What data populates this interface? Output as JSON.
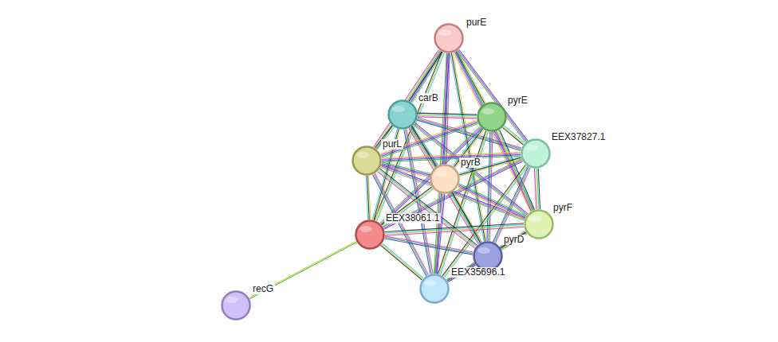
{
  "diagram": {
    "nodes": [
      {
        "text": [
          "purE"
        ]
      },
      {
        "text": [
          "carB"
        ]
      },
      {
        "text": [
          "pyrE"
        ]
      },
      {
        "text": [
          "EEX37827.1"
        ]
      },
      {
        "text": [
          "purL"
        ]
      },
      {
        "text": [
          "pyrB"
        ]
      },
      {
        "text": [
          "EEX38061.1"
        ]
      },
      {
        "text": [
          "pyrF"
        ]
      },
      {
        "text": [
          "pyrD"
        ]
      },
      {
        "text": [
          "EEX35696.1"
        ]
      },
      {
        "text": [
          "recG"
        ]
      }
    ],
    "edges": [
      {
        "from": 0,
        "to": 1,
        "arrow": "none"
      },
      {
        "from": 0,
        "to": 2,
        "arrow": "none"
      },
      {
        "from": 0,
        "to": 3,
        "arrow": "none"
      },
      {
        "from": 0,
        "to": 4,
        "arrow": "none"
      },
      {
        "from": 0,
        "to": 5,
        "arrow": "none"
      },
      {
        "from": 0,
        "to": 6,
        "arrow": "none"
      },
      {
        "from": 0,
        "to": 7,
        "arrow": "none"
      },
      {
        "from": 0,
        "to": 8,
        "arrow": "none"
      },
      {
        "from": 0,
        "to": 9,
        "arrow": "none"
      },
      {
        "from": 1,
        "to": 2,
        "arrow": "none"
      },
      {
        "from": 1,
        "to": 3,
        "arrow": "none"
      },
      {
        "from": 1,
        "to": 4,
        "arrow": "none"
      },
      {
        "from": 1,
        "to": 5,
        "arrow": "none"
      },
      {
        "from": 1,
        "to": 6,
        "arrow": "none"
      },
      {
        "from": 1,
        "to": 7,
        "arrow": "none"
      },
      {
        "from": 1,
        "to": 8,
        "arrow": "none"
      },
      {
        "from": 1,
        "to": 9,
        "arrow": "none"
      },
      {
        "from": 2,
        "to": 3,
        "arrow": "none"
      },
      {
        "from": 2,
        "to": 4,
        "arrow": "none"
      },
      {
        "from": 2,
        "to": 5,
        "arrow": "none"
      },
      {
        "from": 2,
        "to": 6,
        "arrow": "none"
      },
      {
        "from": 2,
        "to": 7,
        "arrow": "none"
      },
      {
        "from": 2,
        "to": 8,
        "arrow": "none"
      },
      {
        "from": 2,
        "to": 9,
        "arrow": "none"
      },
      {
        "from": 3,
        "to": 4,
        "arrow": "none"
      },
      {
        "from": 3,
        "to": 5,
        "arrow": "none"
      },
      {
        "from": 3,
        "to": 6,
        "arrow": "none"
      },
      {
        "from": 3,
        "to": 7,
        "arrow": "none"
      },
      {
        "from": 3,
        "to": 8,
        "arrow": "none"
      },
      {
        "from": 3,
        "to": 9,
        "arrow": "none"
      },
      {
        "from": 4,
        "to": 5,
        "arrow": "none"
      },
      {
        "from": 4,
        "to": 6,
        "arrow": "none"
      },
      {
        "from": 4,
        "to": 7,
        "arrow": "none"
      },
      {
        "from": 4,
        "to": 8,
        "arrow": "none"
      },
      {
        "from": 4,
        "to": 9,
        "arrow": "none"
      },
      {
        "from": 5,
        "to": 6,
        "arrow": "none"
      },
      {
        "from": 5,
        "to": 7,
        "arrow": "none"
      },
      {
        "from": 5,
        "to": 8,
        "arrow": "none"
      },
      {
        "from": 5,
        "to": 9,
        "arrow": "none"
      },
      {
        "from": 6,
        "to": 7,
        "arrow": "none"
      },
      {
        "from": 6,
        "to": 8,
        "arrow": "none"
      },
      {
        "from": 6,
        "to": 9,
        "arrow": "none"
      },
      {
        "from": 7,
        "to": 8,
        "arrow": "none"
      },
      {
        "from": 7,
        "to": 9,
        "arrow": "none"
      },
      {
        "from": 8,
        "to": 9,
        "arrow": "none"
      },
      {
        "from": 6,
        "to": 10,
        "arrow": "none"
      }
    ]
  }
}
